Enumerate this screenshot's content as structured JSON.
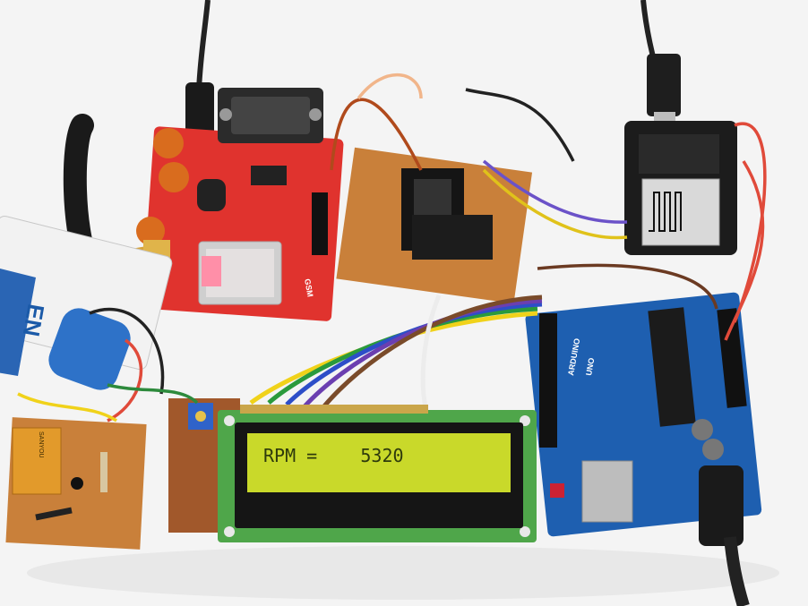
{
  "lcd": {
    "line1": "RPM =    5320",
    "line2": ""
  },
  "board_labels": {
    "arduino": "UNO",
    "arduino_brand": "ARDUINO"
  },
  "battery_label": "EN",
  "relay_label": "SANYOU",
  "colors": {
    "background": "#f4f4f4",
    "gsm_pcb": "#e0332e",
    "arduino_pcb": "#1e5fb0",
    "perfboard": "#c9803a",
    "lcd_frame": "#4fa64a",
    "lcd_screen": "#c9d92a",
    "nodemcu_pcb": "#1c1c1c"
  }
}
